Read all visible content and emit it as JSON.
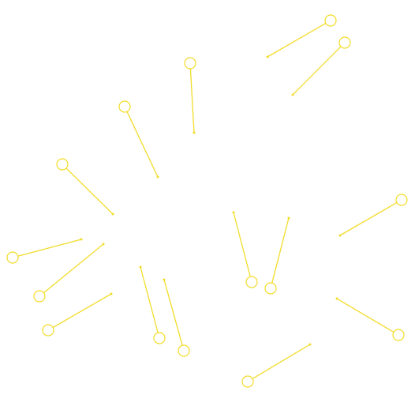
{
  "diagram": {
    "accent_color": "#f2dc2a",
    "callouts": [
      {
        "id": "1",
        "label": ""
      },
      {
        "id": "2",
        "label": ""
      },
      {
        "id": "3",
        "label": ""
      },
      {
        "id": "4",
        "label": ""
      },
      {
        "id": "5",
        "label": ""
      },
      {
        "id": "6",
        "label": ""
      },
      {
        "id": "7",
        "label": ""
      },
      {
        "id": "8",
        "label": ""
      },
      {
        "id": "9",
        "label": ""
      },
      {
        "id": "10",
        "label": ""
      },
      {
        "id": "11",
        "label": ""
      },
      {
        "id": "12",
        "label": ""
      },
      {
        "id": "13",
        "label": ""
      },
      {
        "id": "14",
        "label": ""
      },
      {
        "id": "15",
        "label": ""
      },
      {
        "id": "16",
        "label": ""
      }
    ]
  }
}
